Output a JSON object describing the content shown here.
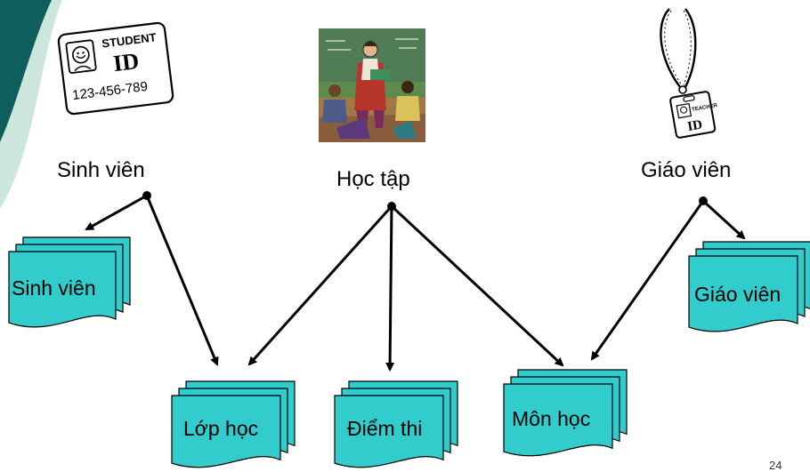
{
  "colors": {
    "doc_fill": "#33cccc",
    "doc_stroke": "#000000",
    "decor_dark": "#0e5e5e",
    "decor_light": "#cce6dc",
    "arrow": "#000000"
  },
  "entities": {
    "student": "Sinh viên",
    "study": "Học tập",
    "teacher": "Giáo viên"
  },
  "documents": {
    "student_file": "Sinh viên",
    "teacher_file": "Giáo viên",
    "class_file": "Lớp học",
    "score_file": "Điểm thi",
    "subject_file": "Môn học"
  },
  "illustrations": {
    "student_id_card": {
      "icon": "student-id-card",
      "text_top": "STUDENT",
      "text_id": "ID",
      "text_number": "123-456-789"
    },
    "classroom": {
      "icon": "teacher-classroom-picture"
    },
    "teacher_badge": {
      "icon": "teacher-id-badge",
      "text_top": "TEACHER",
      "text_id": "ID"
    }
  },
  "page_number": "24"
}
